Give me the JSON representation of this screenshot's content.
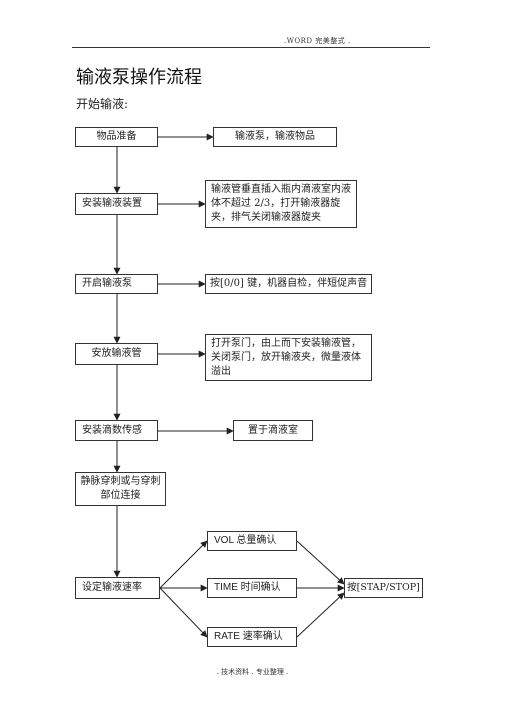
{
  "header": {
    "text": ".WORD  完美整式 ."
  },
  "title": "输液泵操作流程",
  "subtitle": "开始输液:",
  "footer": ". 技术资料 .  专业整理 .",
  "flow": {
    "prep": "物品准备",
    "prep_note": "输液泵，输液物品",
    "install_device": "安装输液装置",
    "install_note": "输液管垂直插入瓶内滴液室内液体不超过 2/3，打开输液器旋夹，排气关闭输液器旋夹",
    "power_on": "开启输液泵",
    "power_note": "按[0/0] 键，机器自检，伴短促声音",
    "place_tube": "安放输液管",
    "tube_note": "打开泵门，由上而下安装输液管，关闭泵门，放开输液夹，微量液体溢出",
    "drip_sensor": "安装滴数传感",
    "sensor_note": "置于滴液室",
    "venipuncture": "静脉穿刺或与穿刺部位连接",
    "set_rate": "设定输液速率",
    "vol": "VOL    总量确认",
    "time": "TIME    时间确认",
    "rate": "RATE    速率确认",
    "start_stop": "按[STAP/STOP]"
  }
}
